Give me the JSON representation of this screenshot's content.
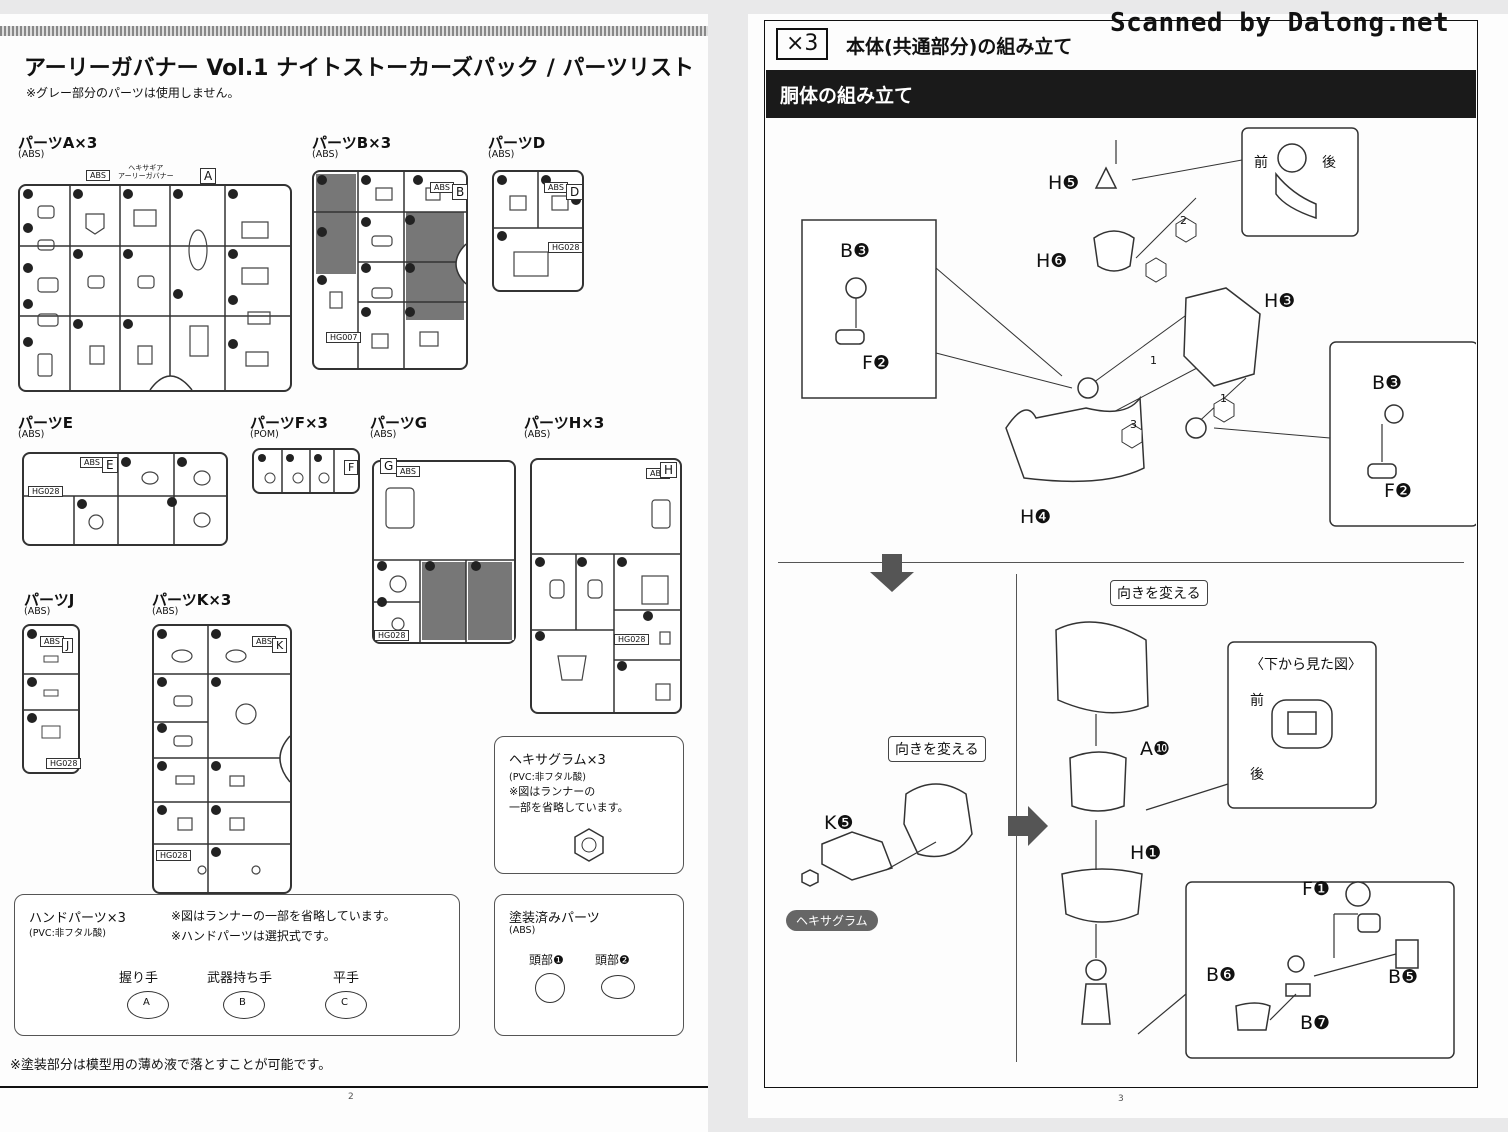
{
  "watermark": "Scanned by Dalong.net",
  "left": {
    "title": "アーリーガバナー Vol.1 ナイトストーカーズパック / パーツリスト",
    "note": "※グレー部分のパーツは使用しません。",
    "parts": [
      {
        "id": "A",
        "label": "パーツA×3",
        "material": "(ABS)",
        "tag": "ABS",
        "letter": "A",
        "code": ""
      },
      {
        "id": "B",
        "label": "パーツB×3",
        "material": "(ABS)",
        "tag": "ABS",
        "letter": "B",
        "code": "HG007"
      },
      {
        "id": "D",
        "label": "パーツD",
        "material": "(ABS)",
        "tag": "ABS",
        "letter": "D",
        "code": "HG028"
      },
      {
        "id": "E",
        "label": "パーツE",
        "material": "(ABS)",
        "tag": "ABS",
        "letter": "E",
        "code": "HG028"
      },
      {
        "id": "F",
        "label": "パーツF×3",
        "material": "(POM)",
        "tag": "",
        "letter": "F",
        "code": ""
      },
      {
        "id": "G",
        "label": "パーツG",
        "material": "(ABS)",
        "tag": "ABS",
        "letter": "G",
        "code": "HG028"
      },
      {
        "id": "H",
        "label": "パーツH×3",
        "material": "(ABS)",
        "tag": "ABS",
        "letter": "H",
        "code": "HG028"
      },
      {
        "id": "J",
        "label": "パーツJ",
        "material": "(ABS)",
        "tag": "ABS",
        "letter": "J",
        "code": "HG028"
      },
      {
        "id": "K",
        "label": "パーツK×3",
        "material": "(ABS)",
        "tag": "ABS",
        "letter": "K",
        "code": "HG028"
      }
    ],
    "runner_a_header": "ヘキサギア\nアーリーガバナー",
    "hexagram": {
      "title": "ヘキサグラム×3",
      "material": "(PVC:非フタル酸)",
      "note1": "※図はランナーの",
      "note2": "一部を省略しています。"
    },
    "hand": {
      "title": "ハンドパーツ×3",
      "material": "(PVC:非フタル酸)",
      "note1": "※図はランナーの一部を省略しています。",
      "note2": "※ハンドパーツは選択式です。",
      "types": [
        "握り手",
        "武器持ち手",
        "平手"
      ],
      "marks": [
        "A",
        "B",
        "C"
      ]
    },
    "painted": {
      "title": "塗装済みパーツ",
      "material": "(ABS)",
      "items": [
        "頭部❶",
        "頭部❷"
      ]
    },
    "footer": "※塗装部分は模型用の薄め液で落とすことが可能です。",
    "page_number": "2"
  },
  "right": {
    "multiplier": "×3",
    "heading": "本体(共通部分)の組み立て",
    "band": "胴体の組み立て",
    "labels": {
      "h5": "H❺",
      "h6": "H❻",
      "h3": "H❸",
      "h4": "H❹",
      "b3a": "B❸",
      "f2a": "F❷",
      "b3b": "B❸",
      "f2b": "F❷",
      "front": "前",
      "back": "後",
      "k5": "K❺",
      "a10": "A❿",
      "h1": "H❶",
      "f1": "F❶",
      "b6": "B❻",
      "b5": "B❺",
      "b7": "B❼",
      "step1": "1",
      "step2": "2",
      "step3": "3",
      "step1b": "1"
    },
    "callout_turn1": "向きを変える",
    "callout_turn2": "向きを変える",
    "bottom_view": {
      "title": "〈下から見た図〉",
      "front": "前",
      "back": "後"
    },
    "hexagram_tag": "ヘキサグラム",
    "page_number": "3"
  }
}
